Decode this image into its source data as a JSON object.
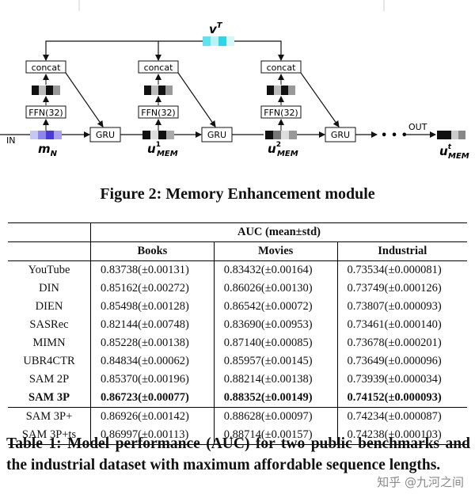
{
  "figure": {
    "in_label": "IN",
    "out_label": "OUT",
    "v_label": "v",
    "v_sup": "T",
    "m_label": "m",
    "m_sub": "N",
    "u_base": "u",
    "u_sub": "MEM",
    "u1_sup": "1",
    "u2_sup": "2",
    "ut_sup": "t",
    "concat_label": "concat",
    "ffn_label": "FFN(32)",
    "gru_label": "GRU",
    "ellipsis": "• • •"
  },
  "figure_caption": "Figure 2: Memory Enhancement module",
  "table": {
    "group_header": "AUC (mean±std)",
    "columns": [
      "Books",
      "Movies",
      "Industrial"
    ],
    "rows": [
      {
        "model": "YouTube",
        "books": "0.83738(±0.00131)",
        "movies": "0.83432(±0.00164)",
        "industrial": "0.73534(±0.000081)"
      },
      {
        "model": "DIN",
        "books": "0.85162(±0.00272)",
        "movies": "0.86026(±0.00130)",
        "industrial": "0.73749(±0.000126)"
      },
      {
        "model": "DIEN",
        "books": "0.85498(±0.00128)",
        "movies": "0.86542(±0.00072)",
        "industrial": "0.73807(±0.000093)"
      },
      {
        "model": "SASRec",
        "books": "0.82144(±0.00748)",
        "movies": "0.83690(±0.00953)",
        "industrial": "0.73461(±0.000140)"
      },
      {
        "model": "MIMN",
        "books": "0.85228(±0.00138)",
        "movies": "0.87140(±0.00085)",
        "industrial": "0.73678(±0.000201)"
      },
      {
        "model": "UBR4CTR",
        "books": "0.84834(±0.00062)",
        "movies": "0.85957(±0.00145)",
        "industrial": "0.73649(±0.000096)"
      },
      {
        "model": "SAM 2P",
        "books": "0.85370(±0.00196)",
        "movies": "0.88214(±0.00138)",
        "industrial": "0.73939(±0.000034)"
      },
      {
        "model": "SAM 3P",
        "books": "0.86723(±0.00077)",
        "movies": "0.88352(±0.00149)",
        "industrial": "0.74152(±0.000093)"
      },
      {
        "model": "SAM 3P+",
        "books": "0.86926(±0.00142)",
        "movies": "0.88628(±0.00097)",
        "industrial": "0.74234(±0.000087)"
      },
      {
        "model": "SAM 3P+ts",
        "books": "0.86997(±0.00113)",
        "movies": "0.88714(±0.00157)",
        "industrial": "0.74238(±0.000103)"
      }
    ]
  },
  "table_caption": "Table 1: Model performance (AUC) for two public benchmarks and the industrial dataset with maximum affordable sequence lengths.",
  "watermark": "知乎 @九河之间"
}
